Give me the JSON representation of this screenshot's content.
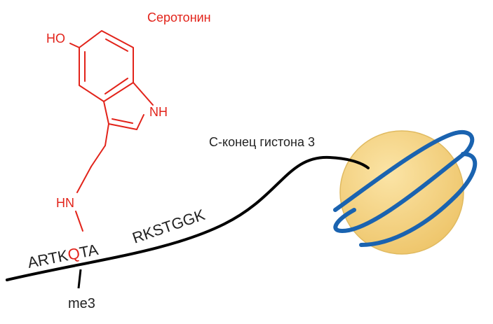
{
  "title": "Серотонин",
  "molecule": {
    "hydroxyl_label": "HO",
    "indole_nh_label": "NH",
    "linker_nh_label": "HN"
  },
  "tail_label": "С-конец гистона 3",
  "sequence": {
    "part1": "ARTK",
    "modified_residue": "Q",
    "part2": "TA",
    "part3": "RKSTGGK"
  },
  "methyl_label": "me3",
  "colors": {
    "serotonin": "#e2231a",
    "text": "#222222",
    "histone_tail": "#000000",
    "nucleosome_fill": "#f6d58a",
    "dna_wrap": "#1a63b0"
  }
}
